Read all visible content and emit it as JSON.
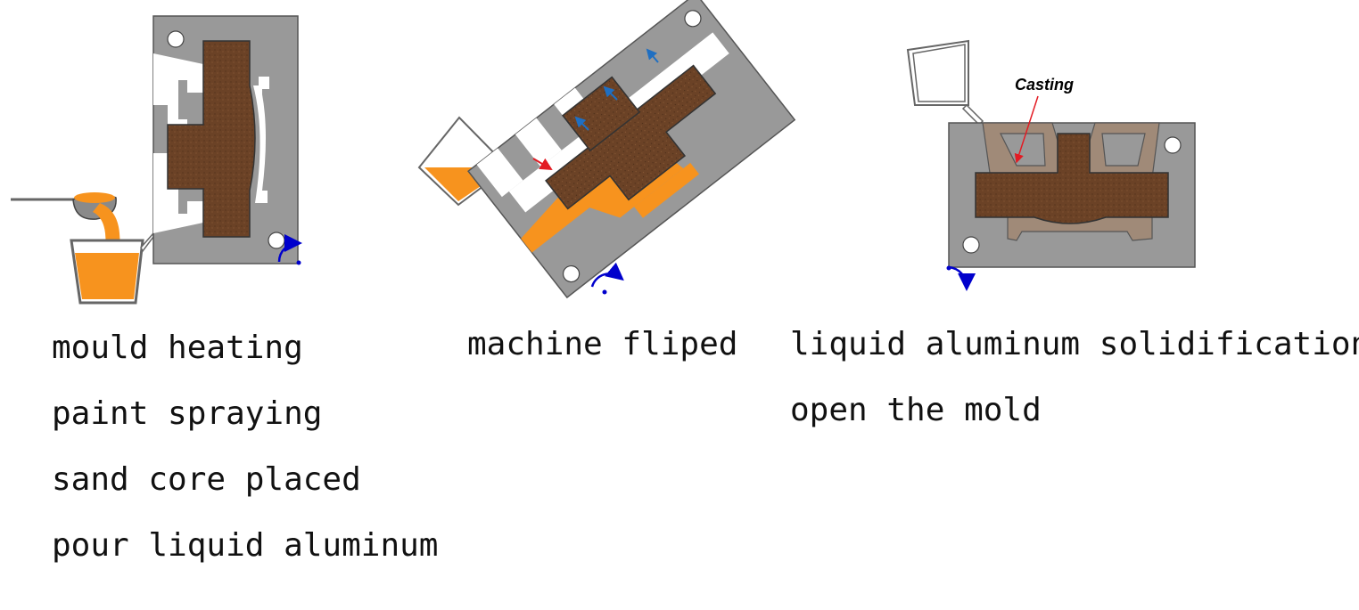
{
  "stages": [
    {
      "id": "stage-1",
      "steps": [
        "mould heating",
        "paint spraying",
        "sand core placed",
        "pour liquid aluminum"
      ]
    },
    {
      "id": "stage-2",
      "steps": [
        "machine fliped"
      ]
    },
    {
      "id": "stage-3",
      "steps": [
        "liquid aluminum solidification",
        "open the mold"
      ],
      "annotation": "Casting"
    }
  ],
  "colors": {
    "mold": "#999999",
    "sand_core": "#6b4226",
    "molten_aluminum": "#f7931e",
    "solid_casting": "#a08a78",
    "rotation_arrow": "#0000cc",
    "vent_arrow": "#1f6fc2",
    "pour_arrow": "#e31b23",
    "annotation_arrow": "#e31b23"
  }
}
